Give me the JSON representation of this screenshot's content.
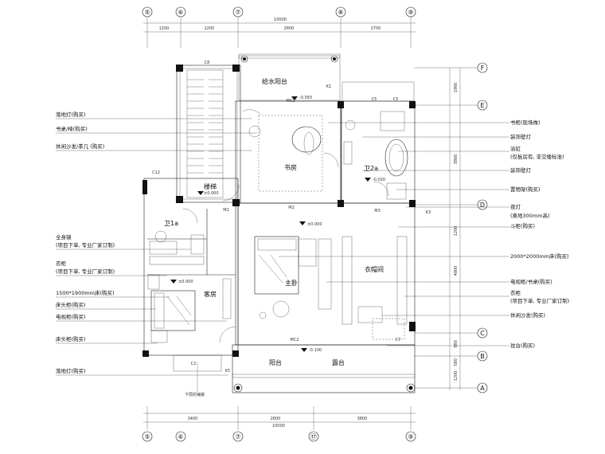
{
  "axes": {
    "top": [
      "⑤",
      "⑥",
      "⑦",
      "⑧",
      "⑨"
    ],
    "bottom": [
      "⑤",
      "⑥",
      "⑦",
      "⑰",
      "⑨"
    ],
    "right": [
      "F",
      "E",
      "D",
      "C",
      "B",
      "A"
    ]
  },
  "dims": {
    "top_total": "10000",
    "top_segments": [
      "1200",
      "2200",
      "2800",
      "2700"
    ],
    "bottom_total": "10000",
    "bottom_segments": [
      "3400",
      "2800",
      "3800"
    ],
    "right_segments": [
      "1900",
      "3800",
      "1200",
      "4800",
      "980",
      "580",
      "1200"
    ]
  },
  "rooms": {
    "water_balcony": "给水阳台",
    "study": "书房",
    "stair": "楼梯",
    "bath2a": "卫2a",
    "bath1a": "卫1a",
    "master": "主卧",
    "closet": "衣帽间",
    "guest": "客房",
    "balcony": "阳台",
    "terrace": "露台"
  },
  "levels": {
    "top": "-0.050",
    "bath2a": "-0.020",
    "stair": "±0.000",
    "master": "±0.000",
    "guest": "±0.000",
    "balcony": "-0.100"
  },
  "tags": {
    "c8": "C8",
    "k1": "K1",
    "mc2_top": "MC2",
    "c5a": "C5",
    "c5b": "C5",
    "m2a": "M2",
    "m2b": "M2",
    "m3": "M3",
    "k3": "K3",
    "c7": "C7",
    "mc2_bot": "MC2",
    "k5": "K5",
    "c2": "C2",
    "c12": "C12"
  },
  "left_labels": [
    "落地灯(购买)",
    "书桌/椅(购买)",
    "休闲沙发/茶几 (购买)",
    "全身镜",
    "(项目下单, 专业厂家订制)",
    "衣柜",
    "(项目下单, 专业厂家订制)",
    "1500*1900mm床(购买)",
    "床头柜(购买)",
    "电视柜(购买)",
    "床头柜(购买)",
    "落地灯(购买)"
  ],
  "right_labels": [
    "书柜(现场做)",
    "装饰壁灯",
    "浴缸",
    "(仅板房有, 非交楼标准)",
    "装饰壁灯",
    "置物架(购买)",
    "夜灯",
    "(离地300mm高)",
    "斗柜(购买)",
    "2000*2000mm床(购买)",
    "电视柜/书桌(购买)",
    "衣柜",
    "(项目下单, 专业厂家订制)",
    "休闲沙发(购买)",
    "妆台(购买)"
  ],
  "bottom_note": "下层的铺装"
}
